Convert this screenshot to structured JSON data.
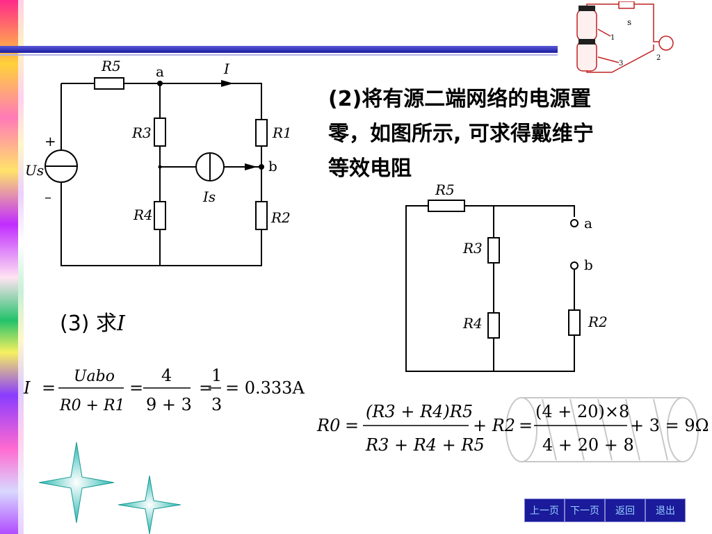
{
  "left_circuit": {
    "r5": "R5",
    "node_a": "a",
    "current_I": "I",
    "r3": "R3",
    "r1": "R1",
    "plus": "+",
    "minus": "–",
    "us": "Us",
    "node_b": "b",
    "is": "Is",
    "r4": "R4",
    "r2": "R2"
  },
  "step2": {
    "text_line1": "(2)将有源二端网络的电源置",
    "text_line2": "零，如图所示, 可求得戴维宁",
    "text_line3": "等效电阻"
  },
  "right_circuit": {
    "r5": "R5",
    "r3": "R3",
    "r4": "R4",
    "r2": "R2",
    "node_a": "a",
    "node_b": "b"
  },
  "step3": {
    "label": "(3) 求",
    "var": "I"
  },
  "formula_I": {
    "lhs": "I",
    "num1": "Uabo",
    "den1": "R0 + R1",
    "num2": "4",
    "den2": "9 + 3",
    "num3": "1",
    "den3": "3",
    "result": "= 0.333A"
  },
  "formula_R0": {
    "lhs": "R0",
    "num1": "(R3 + R4)R5",
    "den1": "R3 + R4 + R5",
    "plus_r2": "+ R2",
    "num2": "(4 + 20)×8",
    "den2": "4 + 20 + 8",
    "result": "+ 3 = 9Ω"
  },
  "corner_diagram": {
    "switch_label": "s",
    "n1": "1",
    "n2": "2",
    "n3": "3"
  },
  "nav": {
    "prev": "上一页",
    "next": "下一页",
    "back": "返回",
    "exit": "退出"
  }
}
